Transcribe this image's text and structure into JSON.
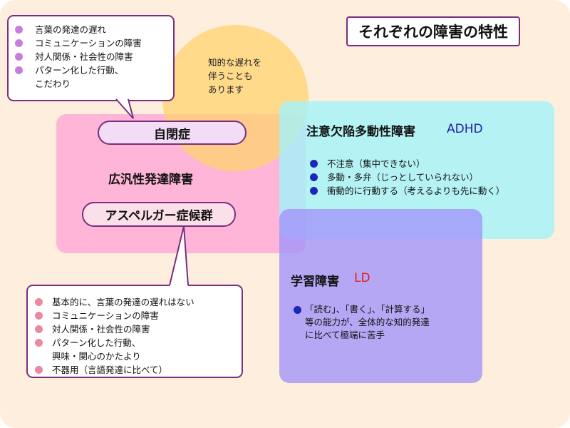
{
  "title": "それぞれの障害の特性",
  "intellectual": {
    "lines": [
      "知的な遅れを",
      "伴うことも",
      "あります"
    ]
  },
  "pdd": {
    "label": "広汎性発達障害",
    "autism_label": "自閉症",
    "asperger_label": "アスペルガー症候群"
  },
  "autism_callout": {
    "items": [
      {
        "text": "言葉の発達の遅れ"
      },
      {
        "text": "コミュニケーションの障害"
      },
      {
        "text": "対人関係・社会性の障害"
      },
      {
        "text": "パターン化した行動、",
        "cont": "こだわり"
      }
    ]
  },
  "asperger_callout": {
    "items": [
      {
        "text": "基本的に、言葉の発達の遅れはない"
      },
      {
        "text": "コミュニケーションの障害"
      },
      {
        "text": "対人関係・社会性の障害"
      },
      {
        "text": "パターン化した行動、",
        "cont": "興味・関心のかたより"
      },
      {
        "text": "不器用（言語発達に比べて）"
      }
    ]
  },
  "adhd": {
    "title": "注意欠陥多動性障害",
    "abbr": "ADHD",
    "items": [
      {
        "text": "不注意（集中できない）"
      },
      {
        "text": "多動・多弁（じっとしていられない）"
      },
      {
        "text": "衝動的に行動する（考えるよりも先に動く）"
      }
    ]
  },
  "ld": {
    "title": "学習障害",
    "abbr": "LD",
    "lines": [
      "「読む」、「書く」、「計算する」",
      "等の能力が、全体的な知的発達",
      "に比べて極端に苦手"
    ]
  },
  "colors": {
    "background": "#fdeedd",
    "pdd": "#ffa6d6",
    "adhd": "#a3f2fa",
    "ld": "#a395fa",
    "intellectual": "#ffd36f",
    "border": "#7a2e7e",
    "adhd_abbr": "#1f1fb0",
    "ld_abbr": "#e02020"
  }
}
